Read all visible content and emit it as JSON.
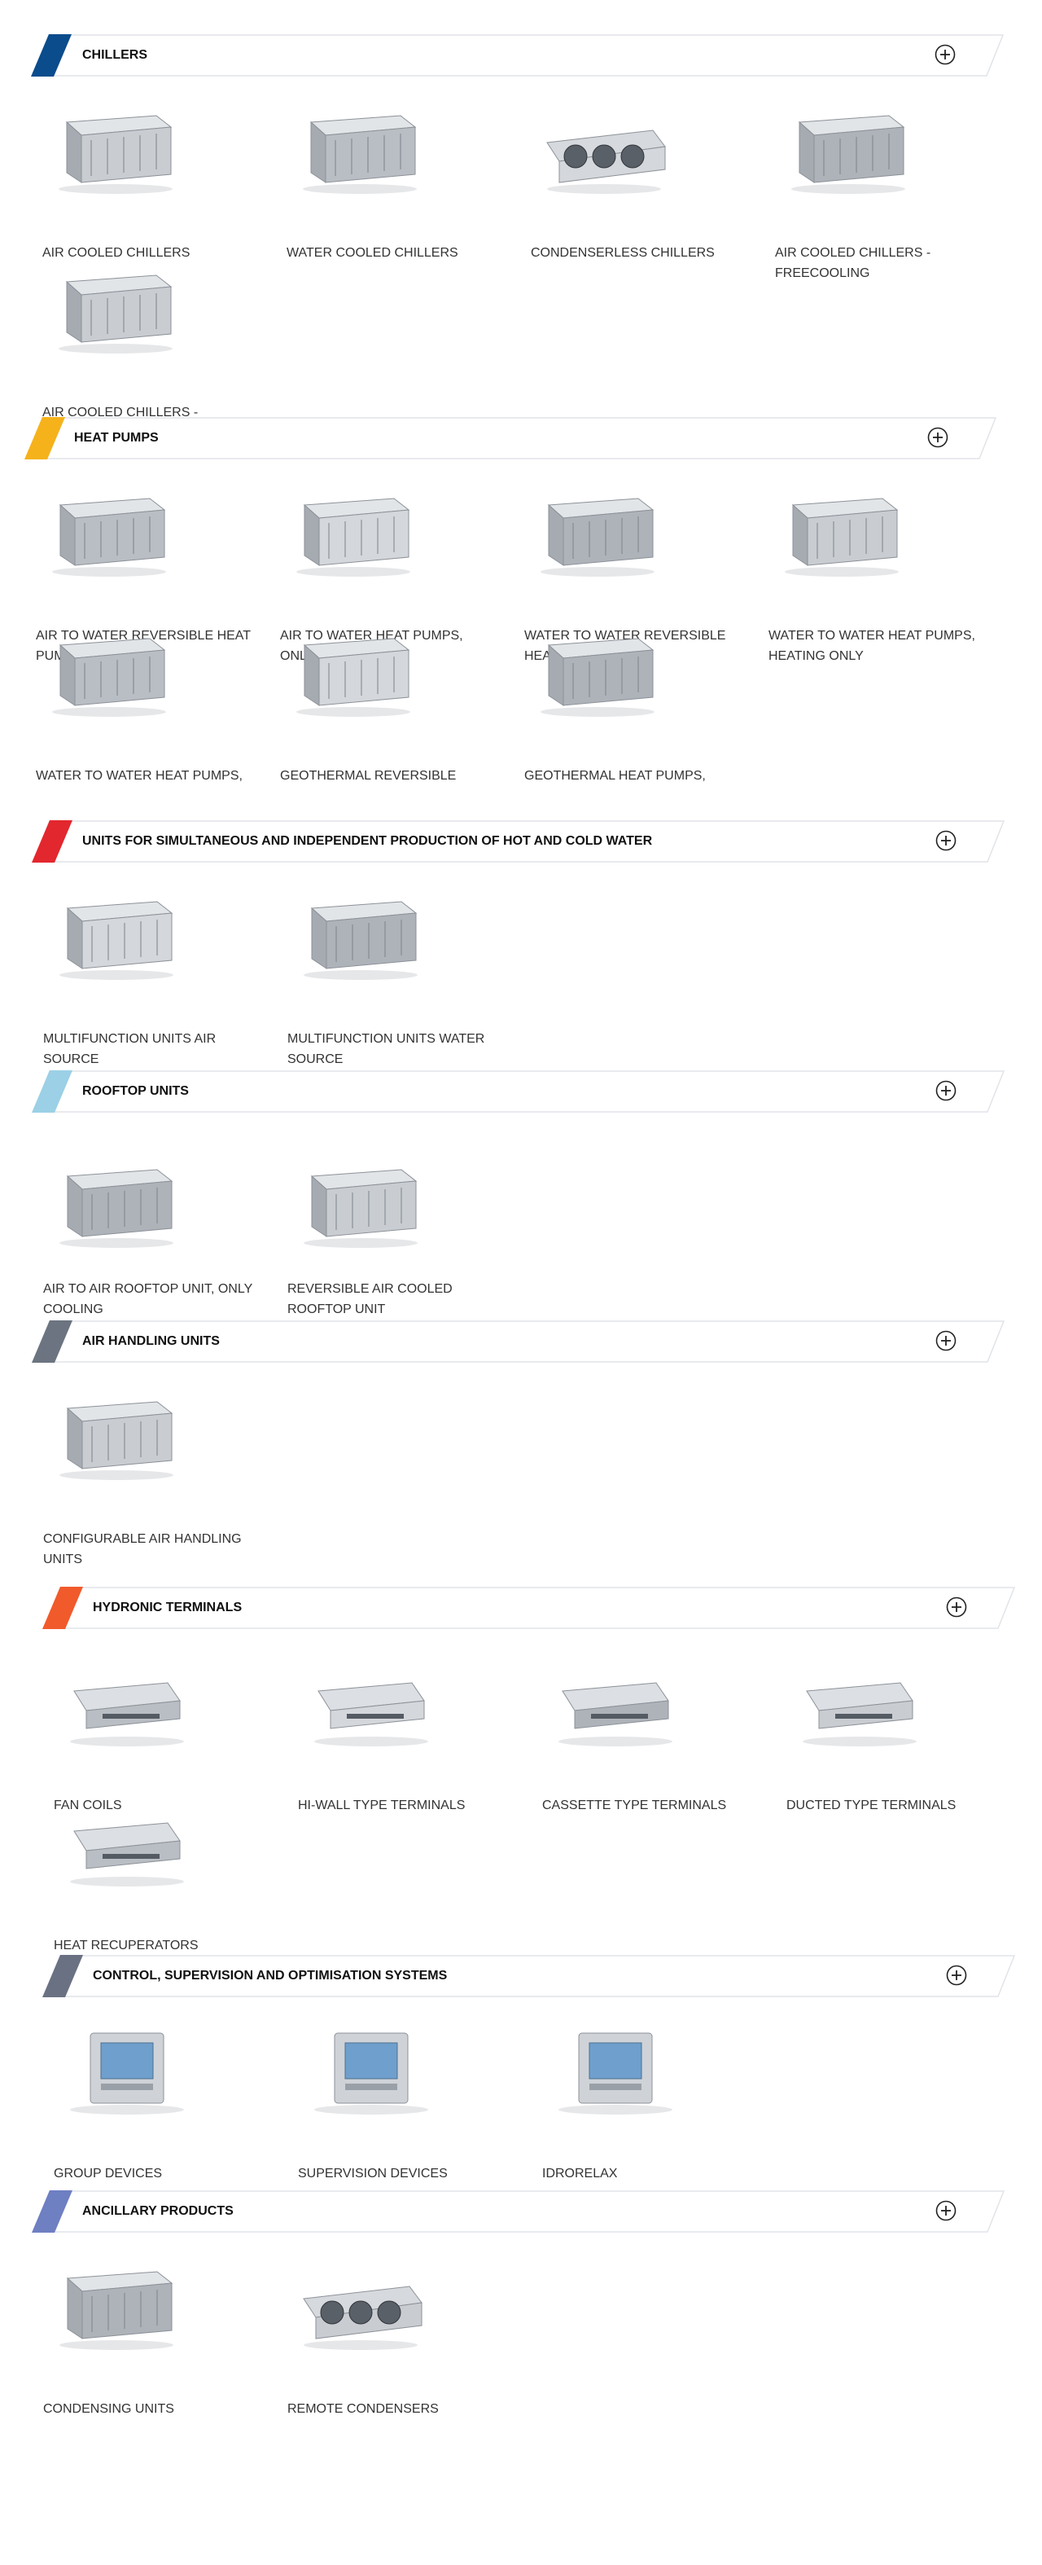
{
  "colors": {
    "border": "#e1e4e8",
    "stripe_blue": "#0a4c8c",
    "stripe_yellow": "#f5b21b",
    "stripe_red": "#e3272e",
    "stripe_lightblue": "#9bd0e6",
    "stripe_slate": "#6b7480",
    "stripe_orange": "#f15a2b",
    "stripe_gray": "#6a7183",
    "stripe_indigo": "#6e7fc2"
  },
  "sections": [
    {
      "title": "CHILLERS",
      "stripe": "stripe_blue",
      "items": [
        {
          "label": "AIR COOLED CHILLERS",
          "icon": "air-cooled-chiller-image"
        },
        {
          "label": "WATER COOLED CHILLERS",
          "icon": "water-cooled-chiller-image"
        },
        {
          "label": "CONDENSERLESS CHILLERS",
          "icon": "condenserless-chiller-image"
        },
        {
          "label": "AIR COOLED CHILLERS - FREECOOLING",
          "icon": "freecooling-chiller-image"
        },
        {
          "label": "AIR COOLED CHILLERS - EVAPORATIVE FREECOOLING",
          "icon": "evaporative-chiller-image"
        }
      ]
    },
    {
      "title": "HEAT PUMPS",
      "stripe": "stripe_yellow",
      "items": [
        {
          "label": "AIR TO WATER REVERSIBLE HEAT PUMPS",
          "icon": "air-water-heat-pump-image"
        },
        {
          "label": "AIR TO WATER HEAT PUMPS, ONLY HEATING",
          "icon": "air-water-heating-image"
        },
        {
          "label": "WATER TO WATER REVERSIBLE HEAT PUMPS",
          "icon": "water-water-reversible-image"
        },
        {
          "label": "WATER TO WATER HEAT PUMPS, HEATING ONLY",
          "icon": "water-water-heating-image"
        },
        {
          "label": "WATER TO WATER HEAT PUMPS,",
          "icon": "water-water-heat-pump-image"
        },
        {
          "label": "GEOTHERMAL REVERSIBLE",
          "icon": "geothermal-reversible-image"
        },
        {
          "label": "GEOTHERMAL HEAT PUMPS,",
          "icon": "geothermal-heat-pump-image"
        }
      ]
    },
    {
      "title": "UNITS FOR SIMULTANEOUS AND INDEPENDENT PRODUCTION OF HOT AND COLD WATER",
      "stripe": "stripe_red",
      "items": [
        {
          "label": "MULTIFUNCTION UNITS AIR SOURCE",
          "icon": "multifunction-air-image"
        },
        {
          "label": "MULTIFUNCTION UNITS WATER SOURCE",
          "icon": "multifunction-water-image"
        }
      ]
    },
    {
      "title": "ROOFTOP UNITS",
      "stripe": "stripe_lightblue",
      "items": [
        {
          "label": "AIR TO AIR ROOFTOP UNIT, ONLY COOLING",
          "icon": "rooftop-cooling-image"
        },
        {
          "label": "REVERSIBLE AIR COOLED ROOFTOP UNIT",
          "icon": "rooftop-reversible-image"
        }
      ]
    },
    {
      "title": "AIR HANDLING UNITS",
      "stripe": "stripe_slate",
      "items": [
        {
          "label": "CONFIGURABLE AIR HANDLING UNITS",
          "icon": "air-handling-unit-image"
        }
      ]
    },
    {
      "title": "HYDRONIC TERMINALS",
      "stripe": "stripe_orange",
      "items": [
        {
          "label": "FAN COILS",
          "icon": "fan-coil-image"
        },
        {
          "label": "HI-WALL TYPE TERMINALS",
          "icon": "hi-wall-terminal-image"
        },
        {
          "label": "CASSETTE TYPE TERMINALS",
          "icon": "cassette-terminal-image"
        },
        {
          "label": "DUCTED TYPE TERMINALS",
          "icon": "ducted-terminal-image"
        },
        {
          "label": "HEAT RECUPERATORS",
          "icon": "heat-recuperator-image"
        }
      ]
    },
    {
      "title": "CONTROL, SUPERVISION AND OPTIMISATION SYSTEMS",
      "stripe": "stripe_gray",
      "items": [
        {
          "label": "GROUP DEVICES",
          "icon": "group-device-image"
        },
        {
          "label": "SUPERVISION DEVICES",
          "icon": "supervision-device-image"
        },
        {
          "label": "IDRORELAX",
          "icon": "idrorelax-panel-image"
        }
      ]
    },
    {
      "title": "ANCILLARY PRODUCTS",
      "stripe": "stripe_indigo",
      "items": [
        {
          "label": "CONDENSING UNITS",
          "icon": "condensing-unit-image"
        },
        {
          "label": "REMOTE CONDENSERS",
          "icon": "remote-condenser-image"
        }
      ]
    }
  ]
}
